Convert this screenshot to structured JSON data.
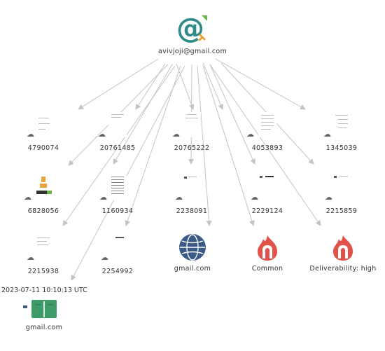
{
  "root": {
    "label": "avivjoji@gmail.com",
    "icon": "at-sign-email-icon",
    "color": "#2f8a8a"
  },
  "documents": [
    {
      "id": "doc-4790074",
      "label": "4790074"
    },
    {
      "id": "doc-20761485",
      "label": "20761485"
    },
    {
      "id": "doc-20765222",
      "label": "20765222"
    },
    {
      "id": "doc-4053893",
      "label": "4053893"
    },
    {
      "id": "doc-1345039",
      "label": "1345039"
    },
    {
      "id": "doc-6828056",
      "label": "6828056"
    },
    {
      "id": "doc-1160934",
      "label": "1160934"
    },
    {
      "id": "doc-2238091",
      "label": "2238091"
    },
    {
      "id": "doc-2229124",
      "label": "2229124"
    },
    {
      "id": "doc-2215859",
      "label": "2215859"
    },
    {
      "id": "doc-2215938",
      "label": "2215938"
    },
    {
      "id": "doc-2254992",
      "label": "2254992"
    }
  ],
  "domain": {
    "label": "gmail.com",
    "icon": "globe-icon",
    "color": "#3b5a85"
  },
  "tags": [
    {
      "label": "Common",
      "icon": "flame-shield-icon",
      "color": "#e0524a"
    },
    {
      "label": "Deliverability: high",
      "icon": "flame-shield-icon",
      "color": "#e0524a"
    }
  ],
  "book": {
    "timestamp": "2023-07-11 10:10:13 UTC",
    "label": "gmail.com",
    "icon": "book-icon",
    "color": "#3f9a6a"
  }
}
